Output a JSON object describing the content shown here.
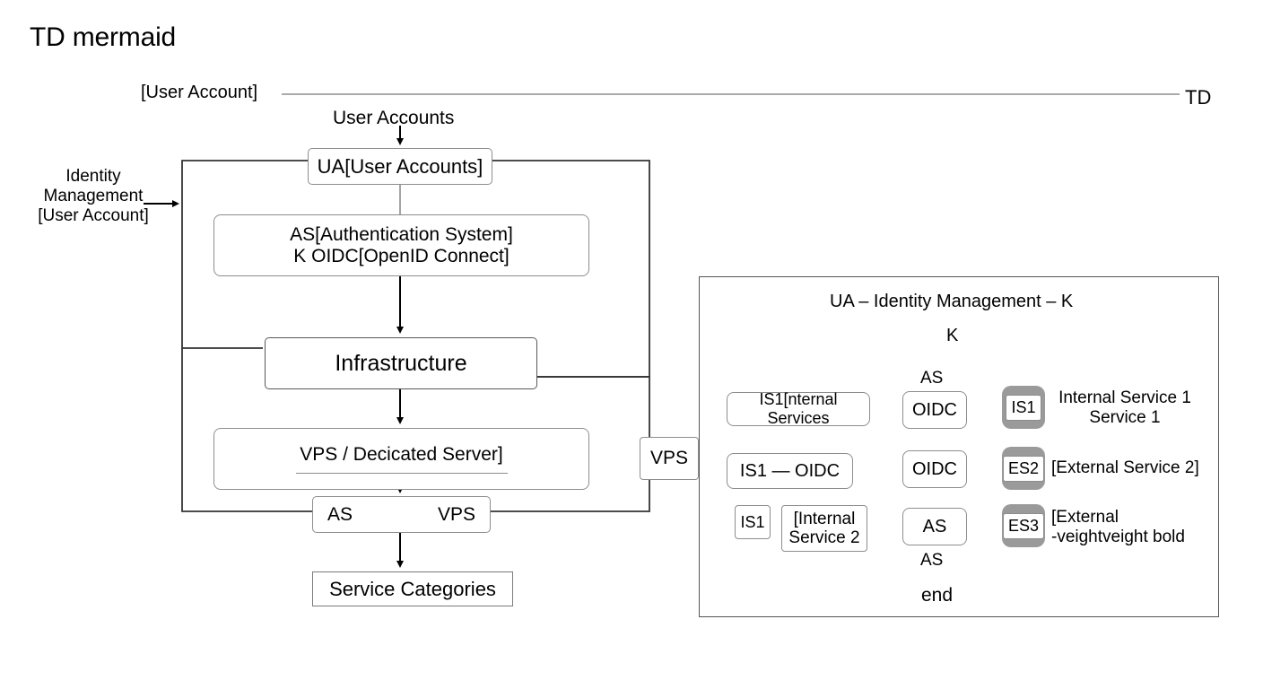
{
  "page": {
    "title": "TD mermaid",
    "background": "#ffffff",
    "line_color": "#555555",
    "node_border": "#8d8d8d",
    "chip_color": "#9a9a9a"
  },
  "lane": {
    "left_label": "[User Account]",
    "right_label": "TD"
  },
  "edges": {
    "user_accounts": "User Accounts",
    "identity_management": "Identity\nManagement\n[User Account]"
  },
  "nodes": {
    "ua": "UA[User Accounts]",
    "as_line1": "AS[Authentication System]",
    "as_line2": "K OIDC[OpenID Connect]",
    "infrastructure": "Infrastructure",
    "vps_dedicated": "VPS / Decicated Server]",
    "as_small": "AS",
    "vps_small_in_row": "VPS",
    "service_categories": "Service Categories",
    "vps_connector": "VPS"
  },
  "subgraph": {
    "title": "UA – Identity Management – K",
    "label_k": "K",
    "label_as_top": "AS",
    "label_as_bottom": "AS",
    "label_end": "end",
    "nodes": {
      "is1_internal_services": "IS1[nternal Services",
      "is1_oidc": "IS1 — OIDC",
      "is1_small": "IS1",
      "internal_service_2": "[Internal\nService 2",
      "oidc_1": "OIDC",
      "oidc_2": "OIDC",
      "as_3": "AS"
    },
    "chips": [
      {
        "id": "IS1",
        "label": "Internal Service 1\nService 1"
      },
      {
        "id": "ES2",
        "label": "[External Service 2]"
      },
      {
        "id": "ES3",
        "label": "[External\n-veightveight bold"
      }
    ]
  }
}
